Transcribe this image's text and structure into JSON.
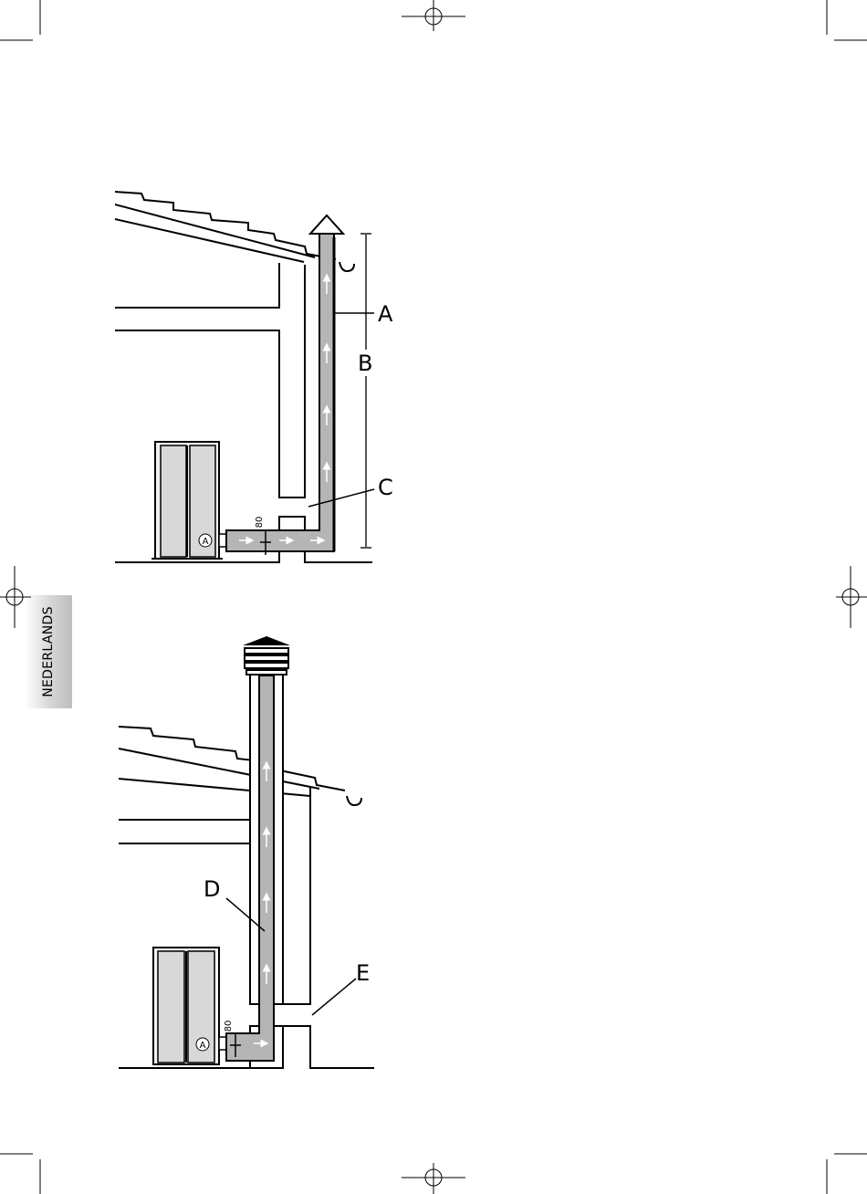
{
  "side_tab": {
    "label": "NEDERLANDS"
  },
  "figure_top": {
    "labels": {
      "A": "A",
      "B": "B",
      "C": "C"
    },
    "dimension": "80",
    "stove_badge": "A"
  },
  "figure_bottom": {
    "labels": {
      "D": "D",
      "E": "E"
    },
    "dimension": "80",
    "stove_badge": "A"
  },
  "colors": {
    "pipe": "#b5b5b5",
    "line": "#000000",
    "arrow": "#ffffff",
    "tab_gray": "#cfcfcf"
  }
}
